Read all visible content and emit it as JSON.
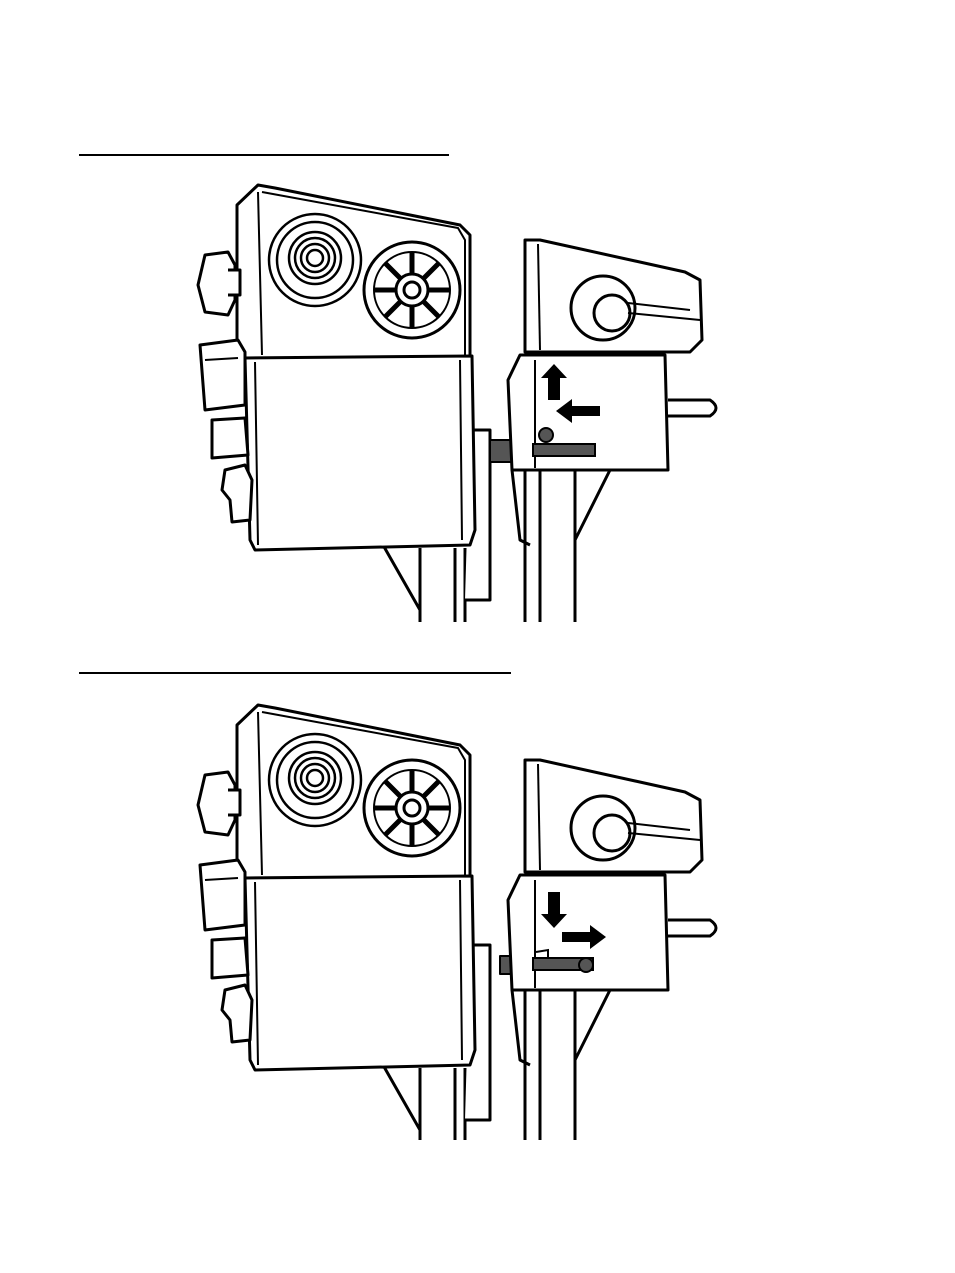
{
  "figures": [
    {
      "id": "top",
      "caption": "",
      "arrows": [
        "up-arrow",
        "left-arrow"
      ],
      "pin_state": "engaged"
    },
    {
      "id": "bottom",
      "caption": "",
      "arrows": [
        "down-arrow",
        "right-arrow"
      ],
      "pin_state": "released"
    }
  ],
  "colors": {
    "line": "#000000",
    "fill": "#ffffff",
    "pin_bar": "#555555",
    "arrow": "#000000"
  }
}
